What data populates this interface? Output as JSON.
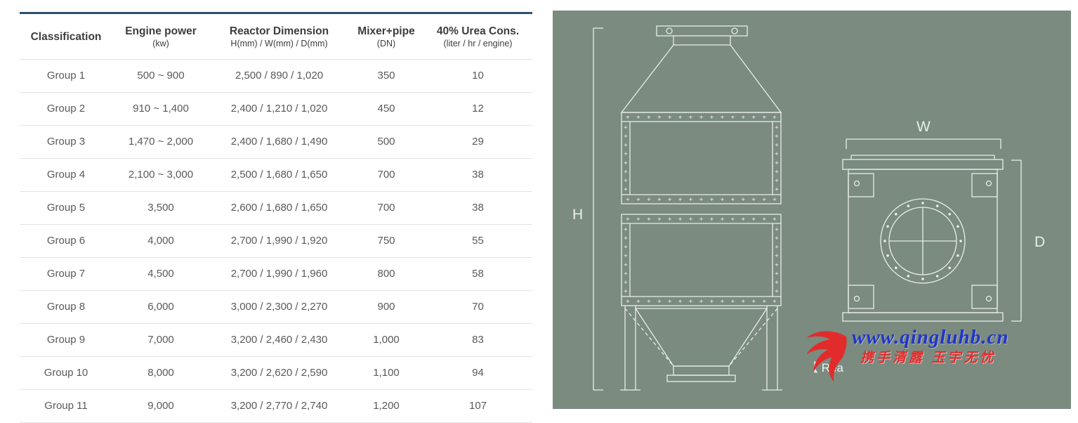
{
  "table": {
    "columns": [
      {
        "label": "Classification",
        "sub": ""
      },
      {
        "label": "Engine power",
        "sub": "(kw)"
      },
      {
        "label": "Reactor Dimension",
        "sub": "H(mm) / W(mm) / D(mm)"
      },
      {
        "label": "Mixer+pipe",
        "sub": "(DN)"
      },
      {
        "label": "40% Urea Cons.",
        "sub": "(liter / hr / engine)"
      }
    ],
    "rows": [
      [
        "Group 1",
        "500 ~ 900",
        "2,500 / 890 / 1,020",
        "350",
        "10"
      ],
      [
        "Group 2",
        "910 ~ 1,400",
        "2,400 / 1,210 / 1,020",
        "450",
        "12"
      ],
      [
        "Group 3",
        "1,470 ~ 2,000",
        "2,400 / 1,680 / 1,490",
        "500",
        "29"
      ],
      [
        "Group 4",
        "2,100 ~ 3,000",
        "2,500 / 1,680 / 1,650",
        "700",
        "38"
      ],
      [
        "Group 5",
        "3,500",
        "2,600 / 1,680 / 1,650",
        "700",
        "38"
      ],
      [
        "Group 6",
        "4,000",
        "2,700 / 1,990 / 1,920",
        "750",
        "55"
      ],
      [
        "Group 7",
        "4,500",
        "2,700 / 1,990 / 1,960",
        "800",
        "58"
      ],
      [
        "Group 8",
        "6,000",
        "3,000 / 2,300 / 2,270",
        "900",
        "70"
      ],
      [
        "Group 9",
        "7,000",
        "3,200 / 2,460 / 2,430",
        "1,000",
        "83"
      ],
      [
        "Group 10",
        "8,000",
        "3,200 / 2,620 / 2,590",
        "1,100",
        "94"
      ],
      [
        "Group 11",
        "9,000",
        "3,200 / 2,770 / 2,740",
        "1,200",
        "107"
      ]
    ]
  },
  "diagram": {
    "dimension_labels": {
      "height": "H",
      "width": "W",
      "depth": "D"
    },
    "caption_fragment": "【 Rea",
    "watermark": {
      "site": "www.qingluhb.cn",
      "slogan": "携手清露 玉宇无忧"
    }
  },
  "colors": {
    "table_top_border": "#2d4f6d",
    "header_text": "#3d3d3d",
    "body_text": "#595959",
    "row_divider": "#e4e4e4",
    "panel_background": "#7b8b80",
    "diagram_line": "#e9ede9",
    "watermark_blue": "#2135c8",
    "watermark_red": "#e22c2c"
  }
}
